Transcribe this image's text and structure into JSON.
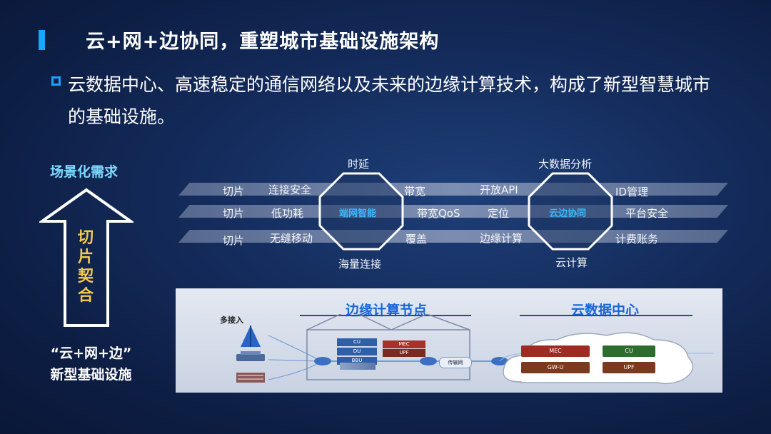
{
  "slide": {
    "title": "云+网+边协同，重塑城市基础设施架构",
    "paragraph": "云数据中心、高速稳定的通信网络以及未来的边缘计算技术，构成了新型智慧城市的基础设施。"
  },
  "left": {
    "scene_label": "场景化需求",
    "arrow_text": [
      "切",
      "片",
      "契",
      "合"
    ],
    "infra_line1": "“云+网+边”",
    "infra_line2": "新型基础设施"
  },
  "bands": {
    "row1": [
      "切片",
      "连接安全",
      "带宽",
      "开放API",
      "ID管理"
    ],
    "row2": [
      "切片",
      "低功耗",
      "带宽QoS",
      "定位",
      "平台安全"
    ],
    "row3": [
      "切片",
      "无缝移动",
      "覆盖",
      "边缘计算",
      "计费账务"
    ]
  },
  "octagon_left": {
    "center": "端网智能",
    "top": "时延",
    "bottom": "海量连接"
  },
  "octagon_right": {
    "center": "云边协同",
    "top": "大数据分析",
    "bottom": "云计算"
  },
  "panel": {
    "edge_title": "边缘计算节点",
    "cloud_title": "云数据中心",
    "access_label": "多接入",
    "transport_label": "传输网",
    "chips": [
      "CU",
      "DU",
      "BBU"
    ],
    "edge_boxes": [
      "MEC",
      "UPF"
    ],
    "cloud_boxes": [
      "MEC",
      "CU",
      "GW-U",
      "UPF"
    ]
  },
  "colors": {
    "accent": "#1aa3ff",
    "highlight": "#f7c94a",
    "scene": "#7fd9ff",
    "panel_title": "#1766d8"
  }
}
